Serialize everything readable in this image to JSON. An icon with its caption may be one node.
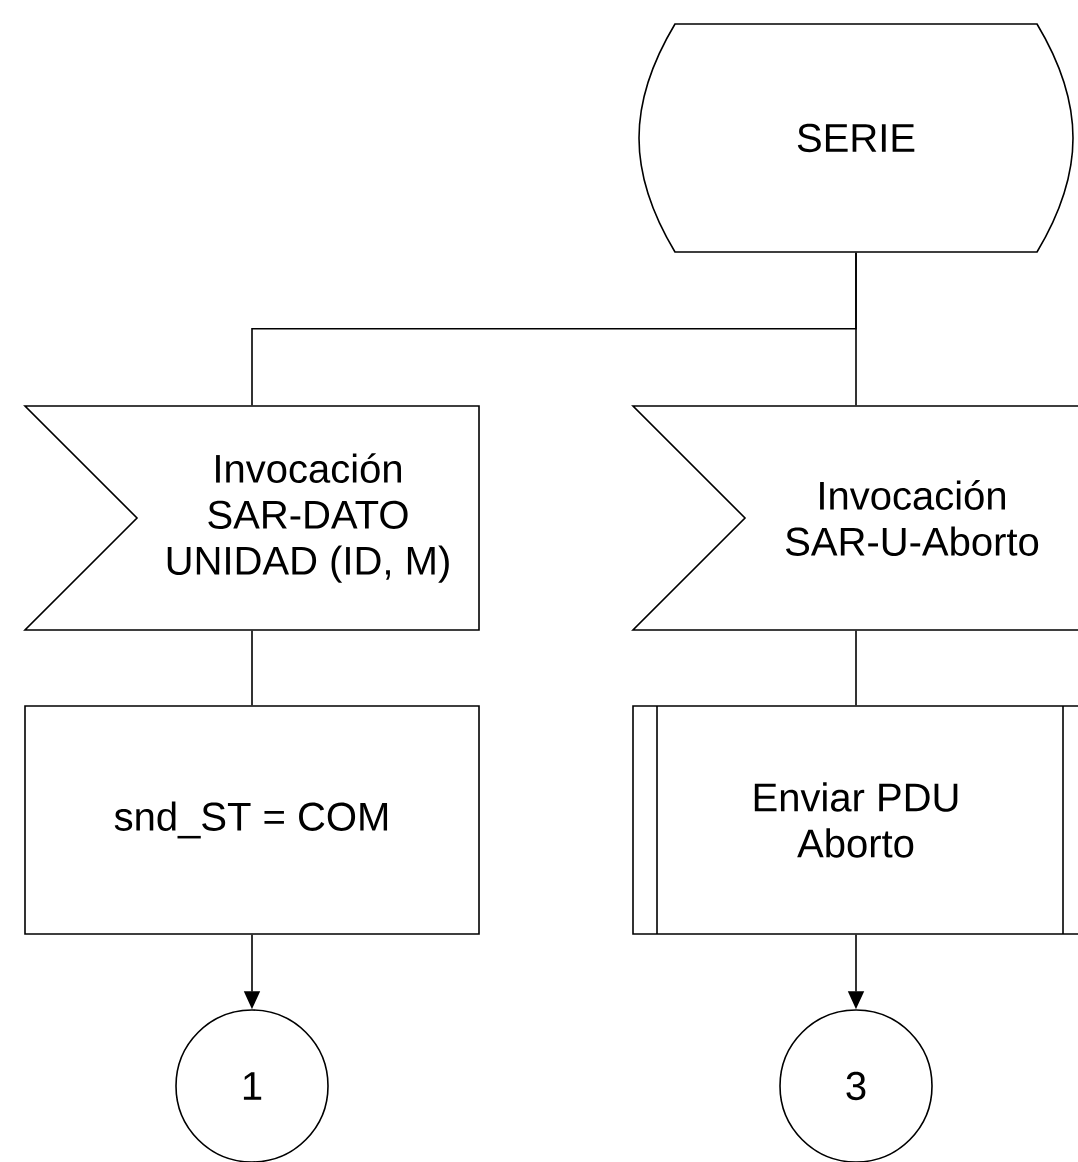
{
  "diagram": {
    "nodes": [
      {
        "text": [
          "SERIE"
        ]
      },
      {
        "text": [
          "Invocación SAR-DATO UNIDAD (ID, M)"
        ]
      },
      {
        "text": [
          "Invocación SAR-U-Aborto"
        ]
      },
      {
        "text": [
          "snd_ST = COM"
        ]
      },
      {
        "text": [
          "Enviar PDU Aborto"
        ]
      },
      {
        "text": [
          "1"
        ]
      },
      {
        "text": [
          "3"
        ]
      }
    ],
    "edges": [
      {
        "from": 0,
        "to": 1,
        "arrow": "none"
      },
      {
        "from": 0,
        "to": 2,
        "arrow": "none"
      },
      {
        "from": 1,
        "to": 3,
        "arrow": "none"
      },
      {
        "from": 2,
        "to": 4,
        "arrow": "none"
      },
      {
        "from": 3,
        "to": 5,
        "arrow": "to"
      },
      {
        "from": 4,
        "to": 6,
        "arrow": "to"
      }
    ]
  }
}
